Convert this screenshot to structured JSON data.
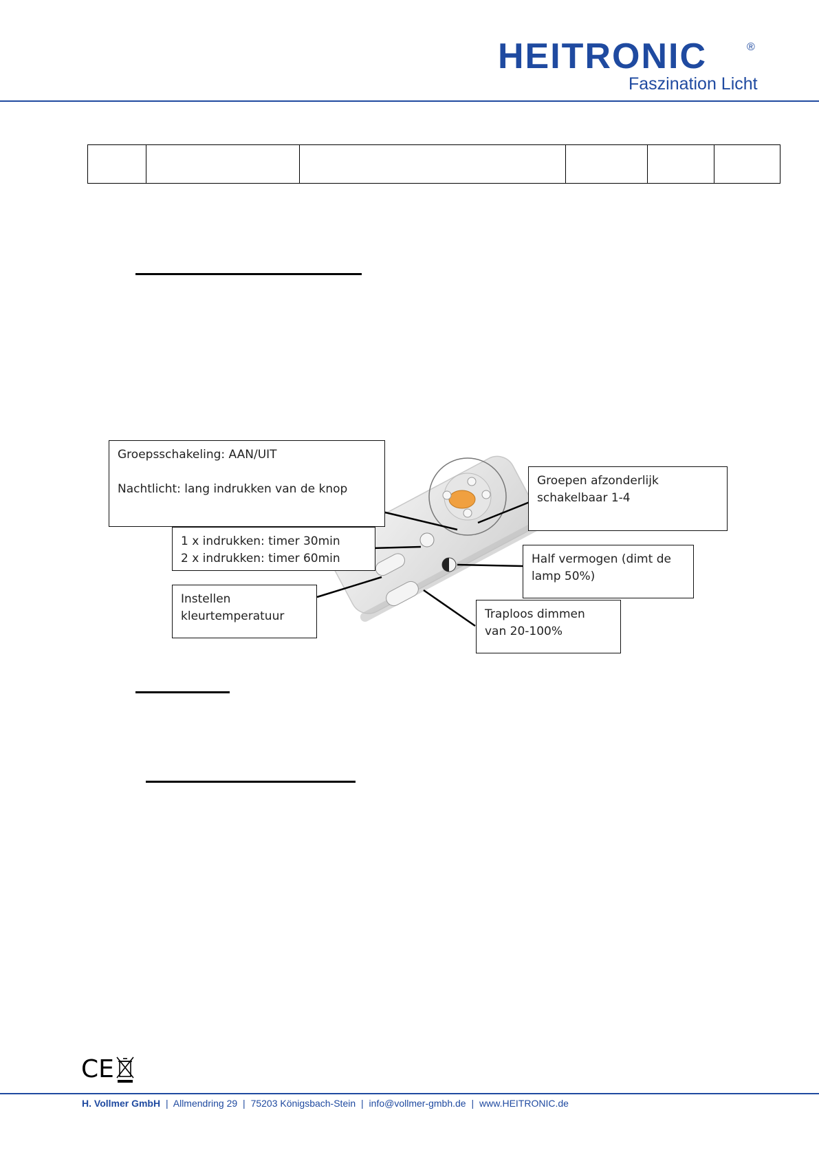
{
  "brand": {
    "name": "HEITRONIC",
    "registered_mark": "®",
    "tagline": "Faszination Licht",
    "color": "#1f4aa0"
  },
  "diagram": {
    "callouts": {
      "group_switch": "Groepsschakeling: AAN/UIT\n\nNachtlicht: lang indrukken van de knop",
      "groups_separate": "Groepen afzonderlijk\nschakelbaar 1-4",
      "timer": "1 x indrukken: timer 30min\n2 x indrukken: timer 60min",
      "half_power": "Half vermogen (dimt de\nlamp 50%)",
      "color_temp": "Instellen\nkleurtemperatuur",
      "dimming": "Traploos dimmen\nvan 20-100%"
    }
  },
  "certification": {
    "ce": "CE",
    "weee_icon": "crossed-bin-icon"
  },
  "footer": {
    "company": "H. Vollmer GmbH",
    "street": "Allmendring 29",
    "city": "75203 Königsbach-Stein",
    "email": "info@vollmer-gmbh.de",
    "website": "www.HEITRONIC.de",
    "separator": "|"
  }
}
